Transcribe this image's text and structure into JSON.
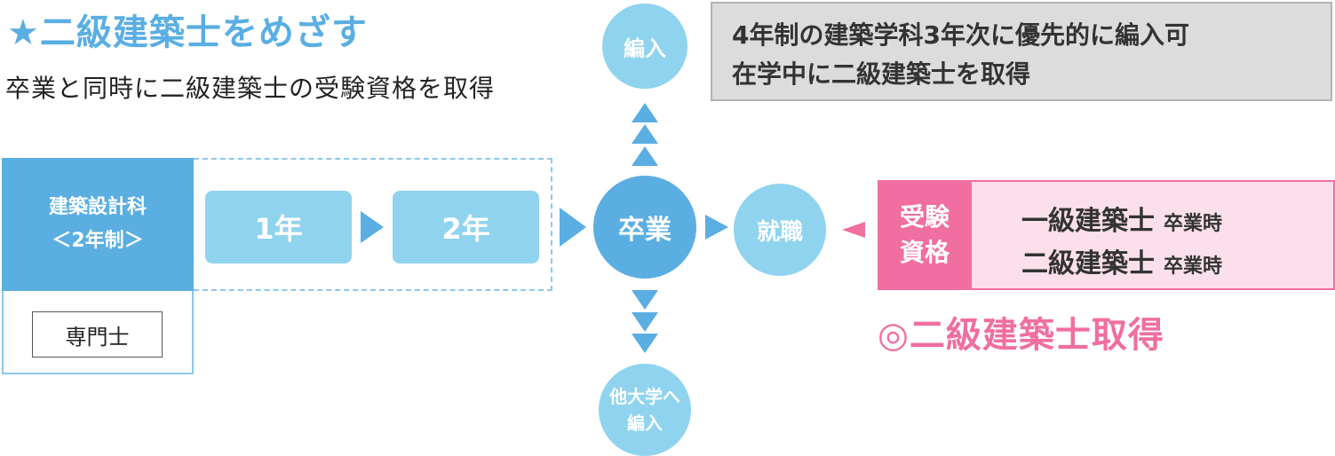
{
  "header": {
    "star": "★",
    "title": "二級建築士をめざす",
    "subtitle": "卒業と同時に二級建築士の受験資格を取得"
  },
  "note": {
    "line1": "4年制の建築学科3年次に優先的に編入可",
    "line2": "在学中に二級建築士を取得"
  },
  "course": {
    "name": "建築設計科",
    "duration": "＜2年制＞",
    "certificate": "専門士"
  },
  "years": [
    "1年",
    "2年"
  ],
  "nodes": {
    "graduation": "卒業",
    "transfer": "編入",
    "employment": "就職",
    "other_univ_line1": "他大学へ",
    "other_univ_line2": "編入"
  },
  "qualification": {
    "heading_line1": "受験",
    "heading_line2": "資格",
    "rows": [
      {
        "name": "一級建築士",
        "when": "卒業時"
      },
      {
        "name": "二級建築士",
        "when": "卒業時"
      }
    ]
  },
  "result": "◎二級建築士取得",
  "colors": {
    "blue_dark": "#5aaee2",
    "blue_light": "#8fd3ef",
    "pink": "#f06ea0",
    "pink_light": "#fbe0ec",
    "gray_box": "#dcdcdc"
  }
}
